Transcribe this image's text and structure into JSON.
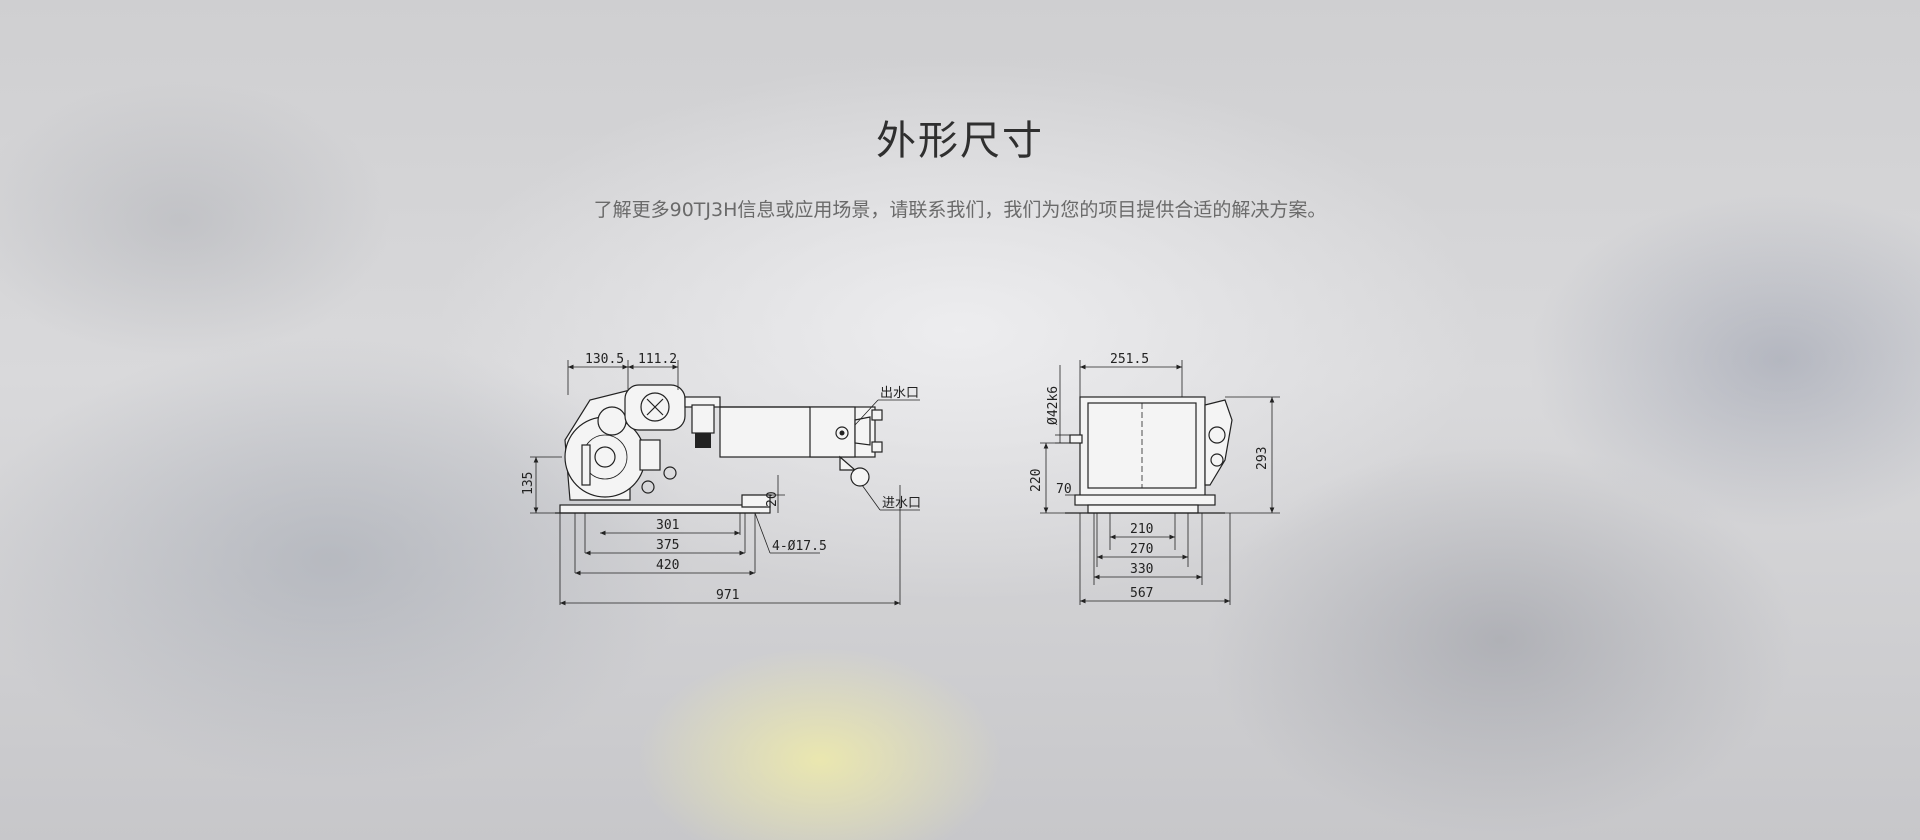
{
  "section": {
    "title": "外形尺寸",
    "subtitle": "了解更多90TJ3H信息或应用场景，请联系我们，我们为您的项目提供合适的解决方案。"
  },
  "drawing": {
    "side_view": {
      "dims": {
        "top_a": "130.5",
        "top_b": "111.2",
        "height": "135",
        "foot": "20",
        "d301": "301",
        "d375": "375",
        "d420": "420",
        "hole": "4-Ø17.5",
        "total": "971",
        "outlet": "出水口",
        "inlet": "进水口"
      }
    },
    "front_view": {
      "dims": {
        "top": "251.5",
        "shaft": "Ø42k6",
        "height_220": "220",
        "d70": "70",
        "height_293": "293",
        "d210": "210",
        "d270": "270",
        "d330": "330",
        "d567": "567"
      }
    }
  }
}
